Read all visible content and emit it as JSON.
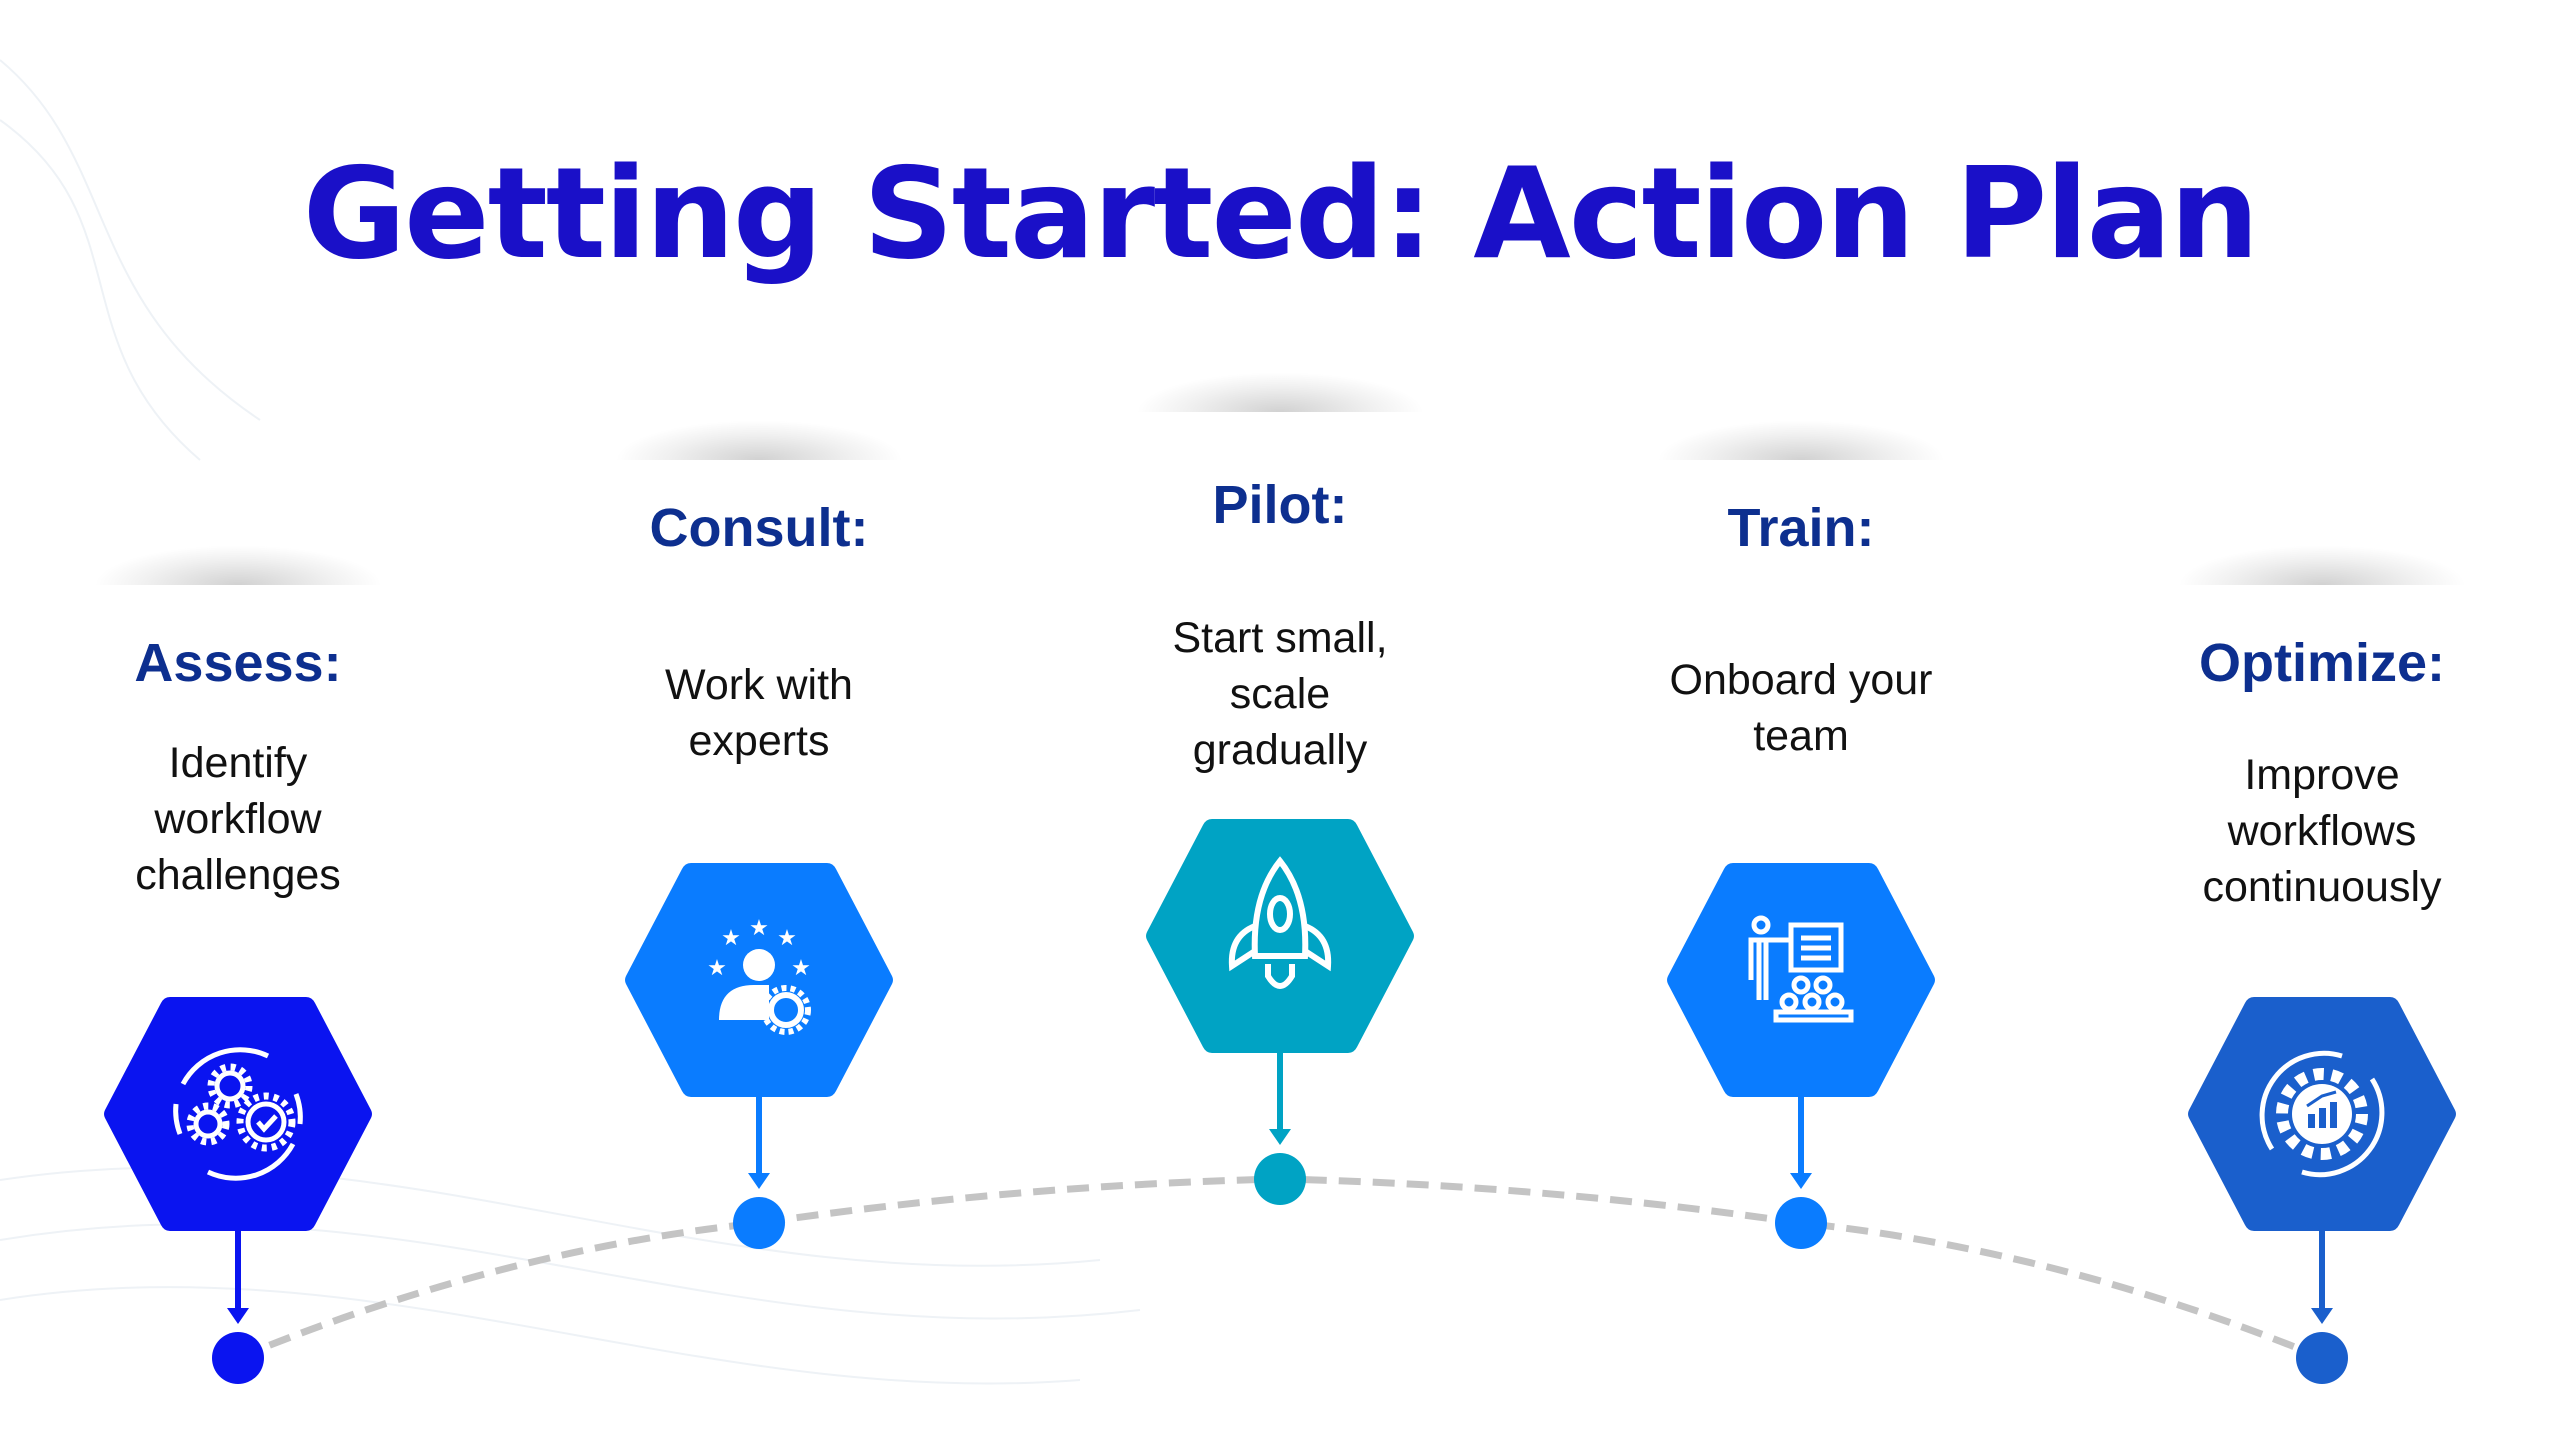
{
  "title": "Getting Started: Action Plan",
  "steps": [
    {
      "heading": "Assess:",
      "description": "Identify workflow challenges",
      "lines": [
        "Identify",
        "workflow",
        "challenges"
      ],
      "icon": "gears-cycle-icon",
      "color": "#0a14f0"
    },
    {
      "heading": "Consult:",
      "description": "Work with experts",
      "lines": [
        "Work with",
        "experts"
      ],
      "icon": "expert-badge-icon",
      "color": "#0a7cff"
    },
    {
      "heading": "Pilot:",
      "description": "Start small, scale gradually",
      "lines": [
        "Start small,",
        "scale",
        "gradually"
      ],
      "icon": "rocket-icon",
      "color": "#00a3c4"
    },
    {
      "heading": "Train:",
      "description": "Onboard your team",
      "lines": [
        "Onboard your",
        "team"
      ],
      "icon": "presentation-team-icon",
      "color": "#0a7cff"
    },
    {
      "heading": "Optimize:",
      "description": "Improve workflows continuously",
      "lines": [
        "Improve",
        "workflows",
        "continuously"
      ],
      "icon": "gear-chart-cycle-icon",
      "color": "#1a5fcc"
    }
  ],
  "colors": {
    "title": "#1a10c8",
    "heading": "#0d2f8f",
    "connector": "#c4c4c4"
  }
}
